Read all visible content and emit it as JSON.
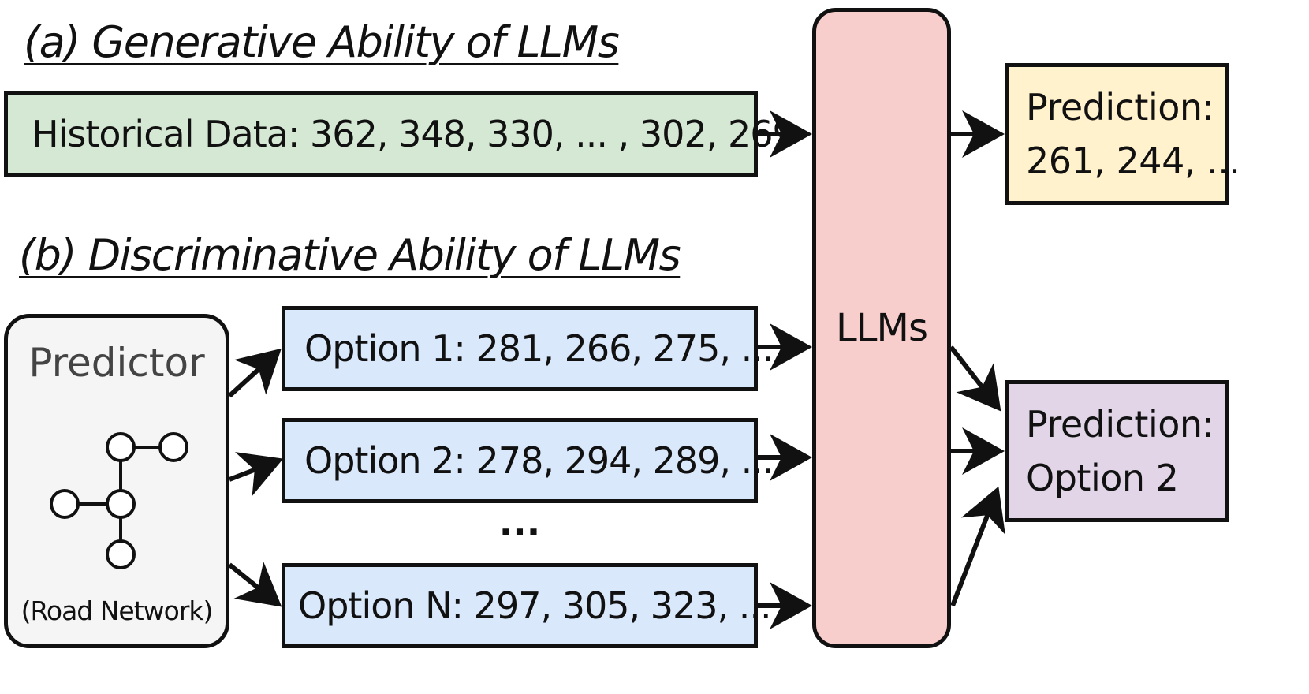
{
  "headings": {
    "a": "(a) Generative Ability of LLMs",
    "b": "(b) Discriminative Ability of LLMs"
  },
  "historical": {
    "label": "Historical Data: 362, 348, 330, ... , 302, 269"
  },
  "llm": {
    "label": "LLMs"
  },
  "prediction_a": {
    "line1": "Prediction:",
    "line2": "261, 244, ..."
  },
  "predictor": {
    "title": "Predictor",
    "caption": "(Road Network)"
  },
  "options": [
    {
      "label": "Option 1: 281, 266, 275, ..."
    },
    {
      "label": "Option 2: 278, 294, 289, ..."
    },
    {
      "label": "Option N: 297, 305, 323, ..."
    }
  ],
  "ellipsis": "...",
  "prediction_b": {
    "line1": "Prediction:",
    "line2": "Option 2"
  },
  "colors": {
    "green": "#d5e8d4",
    "blue": "#dae8fc",
    "pink": "#f8cecc",
    "yellow": "#fff2cc",
    "purple": "#e1d5e7",
    "gray": "#f5f5f5"
  }
}
